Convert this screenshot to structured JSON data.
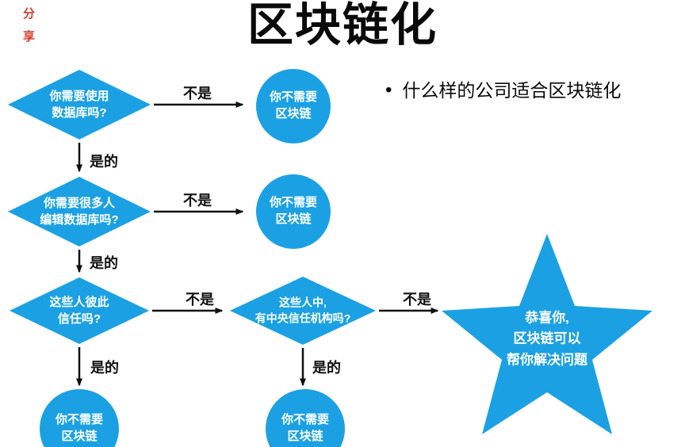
{
  "title": "区块链化",
  "watermark": {
    "text": "分\n享"
  },
  "bullet": {
    "marker": "•",
    "text": "什么样的公司适合区块链化"
  },
  "labels": {
    "yes": "是的",
    "no": "不是"
  },
  "nodes": {
    "q_database": {
      "text": "你需要使用\n数据库吗?"
    },
    "q_many_editors": {
      "text": "你需要很多人\n编辑数据库吗?"
    },
    "q_trust": {
      "text": "这些人彼此\n信任吗?"
    },
    "q_central_authority": {
      "text": "这些人中,\n有中央信任机构吗?"
    },
    "no_need_1": {
      "text": "你不需要\n区块链"
    },
    "no_need_2": {
      "text": "你不需要\n区块链"
    },
    "no_need_3": {
      "text": "你不需要\n区块链"
    },
    "no_need_4": {
      "text": "你不需要\n区块链"
    },
    "result_star": {
      "text": "恭喜你,\n区块链可以\n帮你解决问题"
    }
  },
  "colors": {
    "shape_blue": "#1ba1e3",
    "node_text": "#ffffff",
    "arrow_black": "#111111",
    "watermark_red": "#d93a2b"
  }
}
